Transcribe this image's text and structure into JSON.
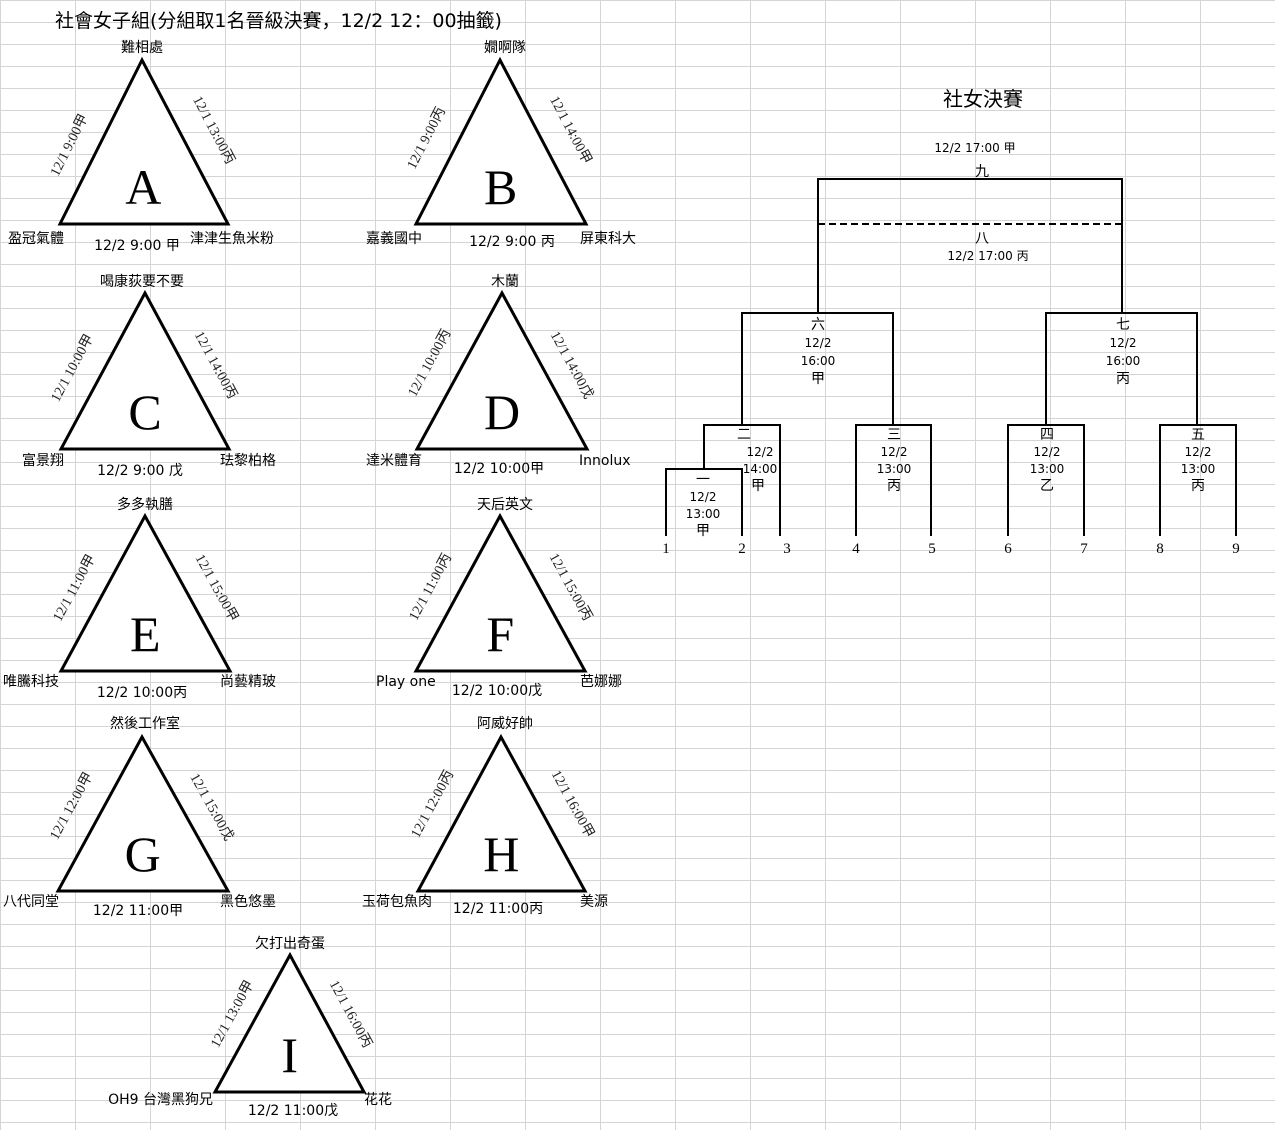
{
  "title": "社會女子組(分組取1名晉級決賽，12/2 12：00抽籤)",
  "groups": [
    {
      "letter": "A",
      "top": "難相處",
      "left": "盈冠氣體",
      "right": "津津生魚米粉",
      "left_side": "12/1 9:00甲",
      "right_side": "12/1 13:00丙",
      "bottom": "12/2  9:00 甲"
    },
    {
      "letter": "B",
      "top": "嫺啊隊",
      "left": "嘉義國中",
      "right": "屏東科大",
      "left_side": "12/1 9:00丙",
      "right_side": "12/1 14:00甲",
      "bottom": "12/2  9:00 丙"
    },
    {
      "letter": "C",
      "top": "喝康荻要不要",
      "left": "富景翔",
      "right": "珐黎柏格",
      "left_side": "12/1 10:00甲",
      "right_side": "12/1 14:00丙",
      "bottom": "12/2  9:00 戊"
    },
    {
      "letter": "D",
      "top": "木蘭",
      "left": "達米體育",
      "right": "Innolux",
      "left_side": "12/1 10:00丙",
      "right_side": "12/1 14:00戊",
      "bottom": "12/2  10:00甲"
    },
    {
      "letter": "E",
      "top": "多多執膳",
      "left": "唯騰科技",
      "right": "尚藝精玻",
      "left_side": "12/1 11:00甲",
      "right_side": "12/1 15:00甲",
      "bottom": "12/2  10:00丙"
    },
    {
      "letter": "F",
      "top": "天后英文",
      "left": "Play one",
      "right": "芭娜娜",
      "left_side": "12/1 11:00丙",
      "right_side": "12/1 15:00丙",
      "bottom": "12/2  10:00戊"
    },
    {
      "letter": "G",
      "top": "然後工作室",
      "left": "八代同堂",
      "right": "黑色悠墨",
      "left_side": "12/1 12:00甲",
      "right_side": "12/1 15:00戊",
      "bottom": "12/2  11:00甲"
    },
    {
      "letter": "H",
      "top": "阿威好帥",
      "left": "玉荷包魚肉",
      "right": "美源",
      "left_side": "12/1 12:00丙",
      "right_side": "12/1 16:00甲",
      "bottom": "12/2  11:00丙"
    },
    {
      "letter": "I",
      "top": "欠打出奇蛋",
      "left": "OH9 台灣黑狗兄",
      "right": "花花",
      "left_side": "12/1 13:00甲",
      "right_side": "12/1 16:00丙",
      "bottom": "12/2  11:00戊"
    }
  ],
  "bracket": {
    "title": "社女決賽",
    "final_time": "12/2  17:00 甲",
    "final_label": "九",
    "third_label": "八",
    "third_time": "12/2  17:00 丙",
    "matches": [
      {
        "label": "一",
        "date": "12/2",
        "time": "13:00",
        "court": "甲"
      },
      {
        "label": "二",
        "date": "12/2",
        "time": "14:00",
        "court": "甲"
      },
      {
        "label": "三",
        "date": "12/2",
        "time": "13:00",
        "court": "丙"
      },
      {
        "label": "四",
        "date": "12/2",
        "time": "13:00",
        "court": "乙"
      },
      {
        "label": "五",
        "date": "12/2",
        "time": "13:00",
        "court": "丙"
      },
      {
        "label": "六",
        "date": "12/2",
        "time": "16:00",
        "court": "甲"
      },
      {
        "label": "七",
        "date": "12/2",
        "time": "16:00",
        "court": "丙"
      }
    ],
    "slots": [
      "1",
      "2",
      "3",
      "4",
      "5",
      "6",
      "7",
      "8",
      "9"
    ]
  }
}
